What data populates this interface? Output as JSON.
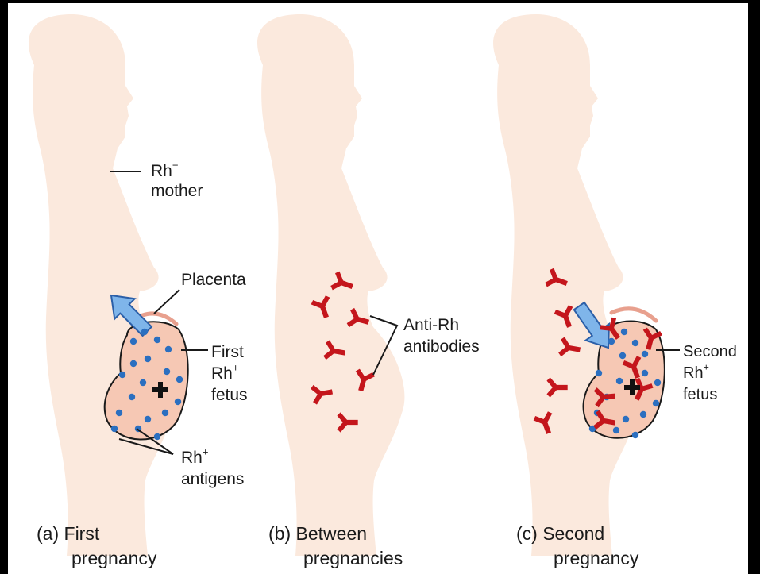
{
  "panels": [
    {
      "caption_letter": "(a)",
      "caption_line1": "First",
      "caption_line2": "pregnancy",
      "labels": {
        "mother_base": "Rh",
        "mother_sup": "−",
        "mother_word": "mother",
        "placenta": "Placenta",
        "fetus_line1": "First",
        "fetus_line2_base": "Rh",
        "fetus_line2_sup": "+",
        "fetus_line3": "fetus",
        "antigen_base": "Rh",
        "antigen_sup": "+",
        "antigen_word": "antigens"
      }
    },
    {
      "caption_letter": "(b)",
      "caption_line1": "Between",
      "caption_line2": "pregnancies",
      "labels": {
        "antibody_line1": "Anti-Rh",
        "antibody_line2": "antibodies"
      }
    },
    {
      "caption_letter": "(c)",
      "caption_line1": "Second",
      "caption_line2": "pregnancy",
      "labels": {
        "fetus_line1": "Second",
        "fetus_line2_base": "Rh",
        "fetus_line2_sup": "+",
        "fetus_line3": "fetus"
      }
    }
  ],
  "colors": {
    "background": "#ffffff",
    "frame": "#000000",
    "body": "#fbe9dd",
    "fetus": "#f6c8b4",
    "placenta": "#e8a08e",
    "antigen_dot": "#2b6fc0",
    "arrow": "#7fb5ea",
    "antibody": "#c4161c"
  },
  "icons": [
    "woman-silhouette",
    "fetus",
    "placenta",
    "blue-arrow",
    "antibody-y-shape",
    "antigen-dot",
    "plus-sign"
  ]
}
